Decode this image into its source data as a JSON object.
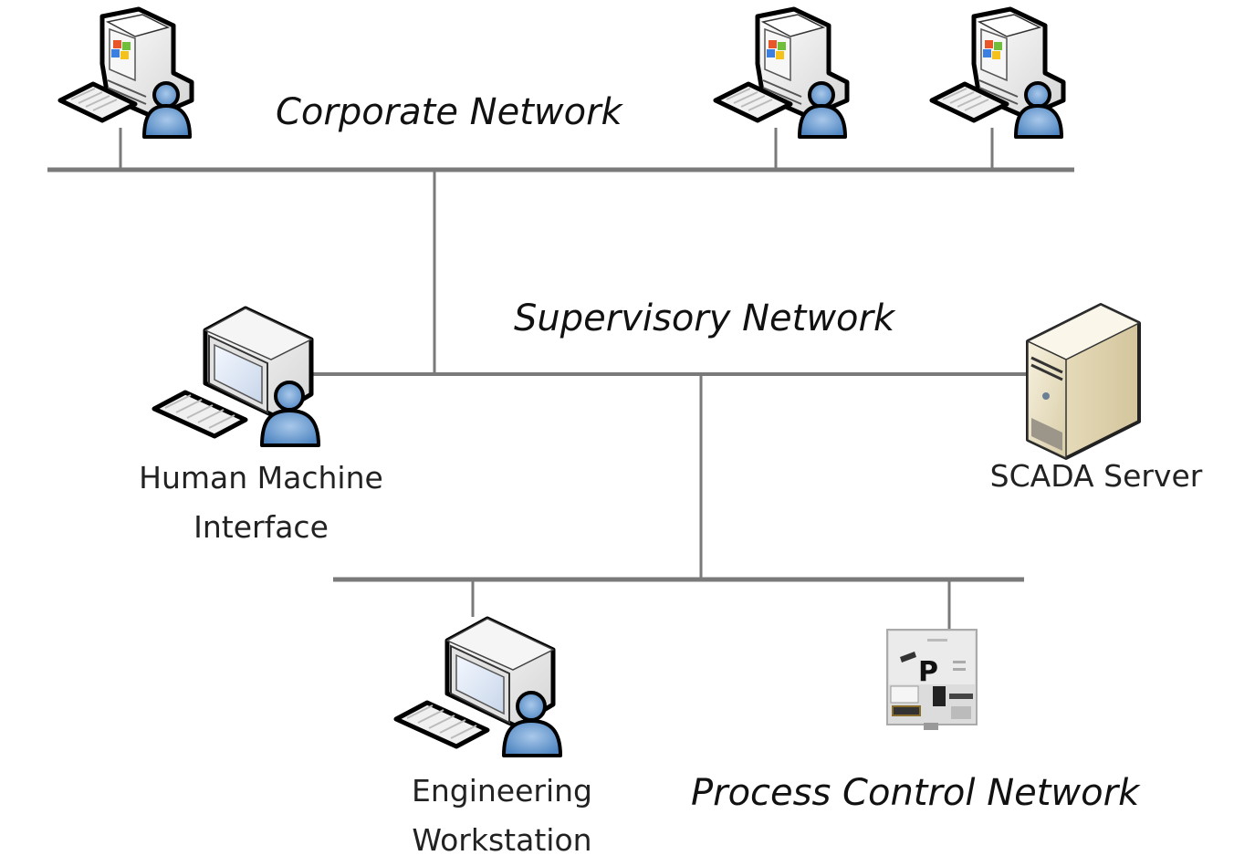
{
  "networks": {
    "corporate": {
      "label": "Corporate Network"
    },
    "supervisory": {
      "label": "Supervisory Network"
    },
    "process_control": {
      "label": "Process Control Network"
    }
  },
  "nodes": {
    "corporate_workstations": [
      {
        "icon": "windows-workstation-user-icon"
      },
      {
        "icon": "windows-workstation-user-icon"
      },
      {
        "icon": "windows-workstation-user-icon"
      }
    ],
    "hmi": {
      "icon": "workstation-user-icon",
      "label_line1": "Human Machine",
      "label_line2": "Interface"
    },
    "scada_server": {
      "icon": "server-tower-icon",
      "label": "SCADA Server"
    },
    "engineering_workstation": {
      "icon": "workstation-user-icon",
      "label_line1": "Engineering",
      "label_line2": "Workstation"
    },
    "plc": {
      "icon": "plc-controller-icon"
    }
  },
  "colors": {
    "line": "#7a7a7a",
    "user": "#6fa0d4",
    "server": "#e6dcc0",
    "workstation": "#f2f2f2"
  }
}
